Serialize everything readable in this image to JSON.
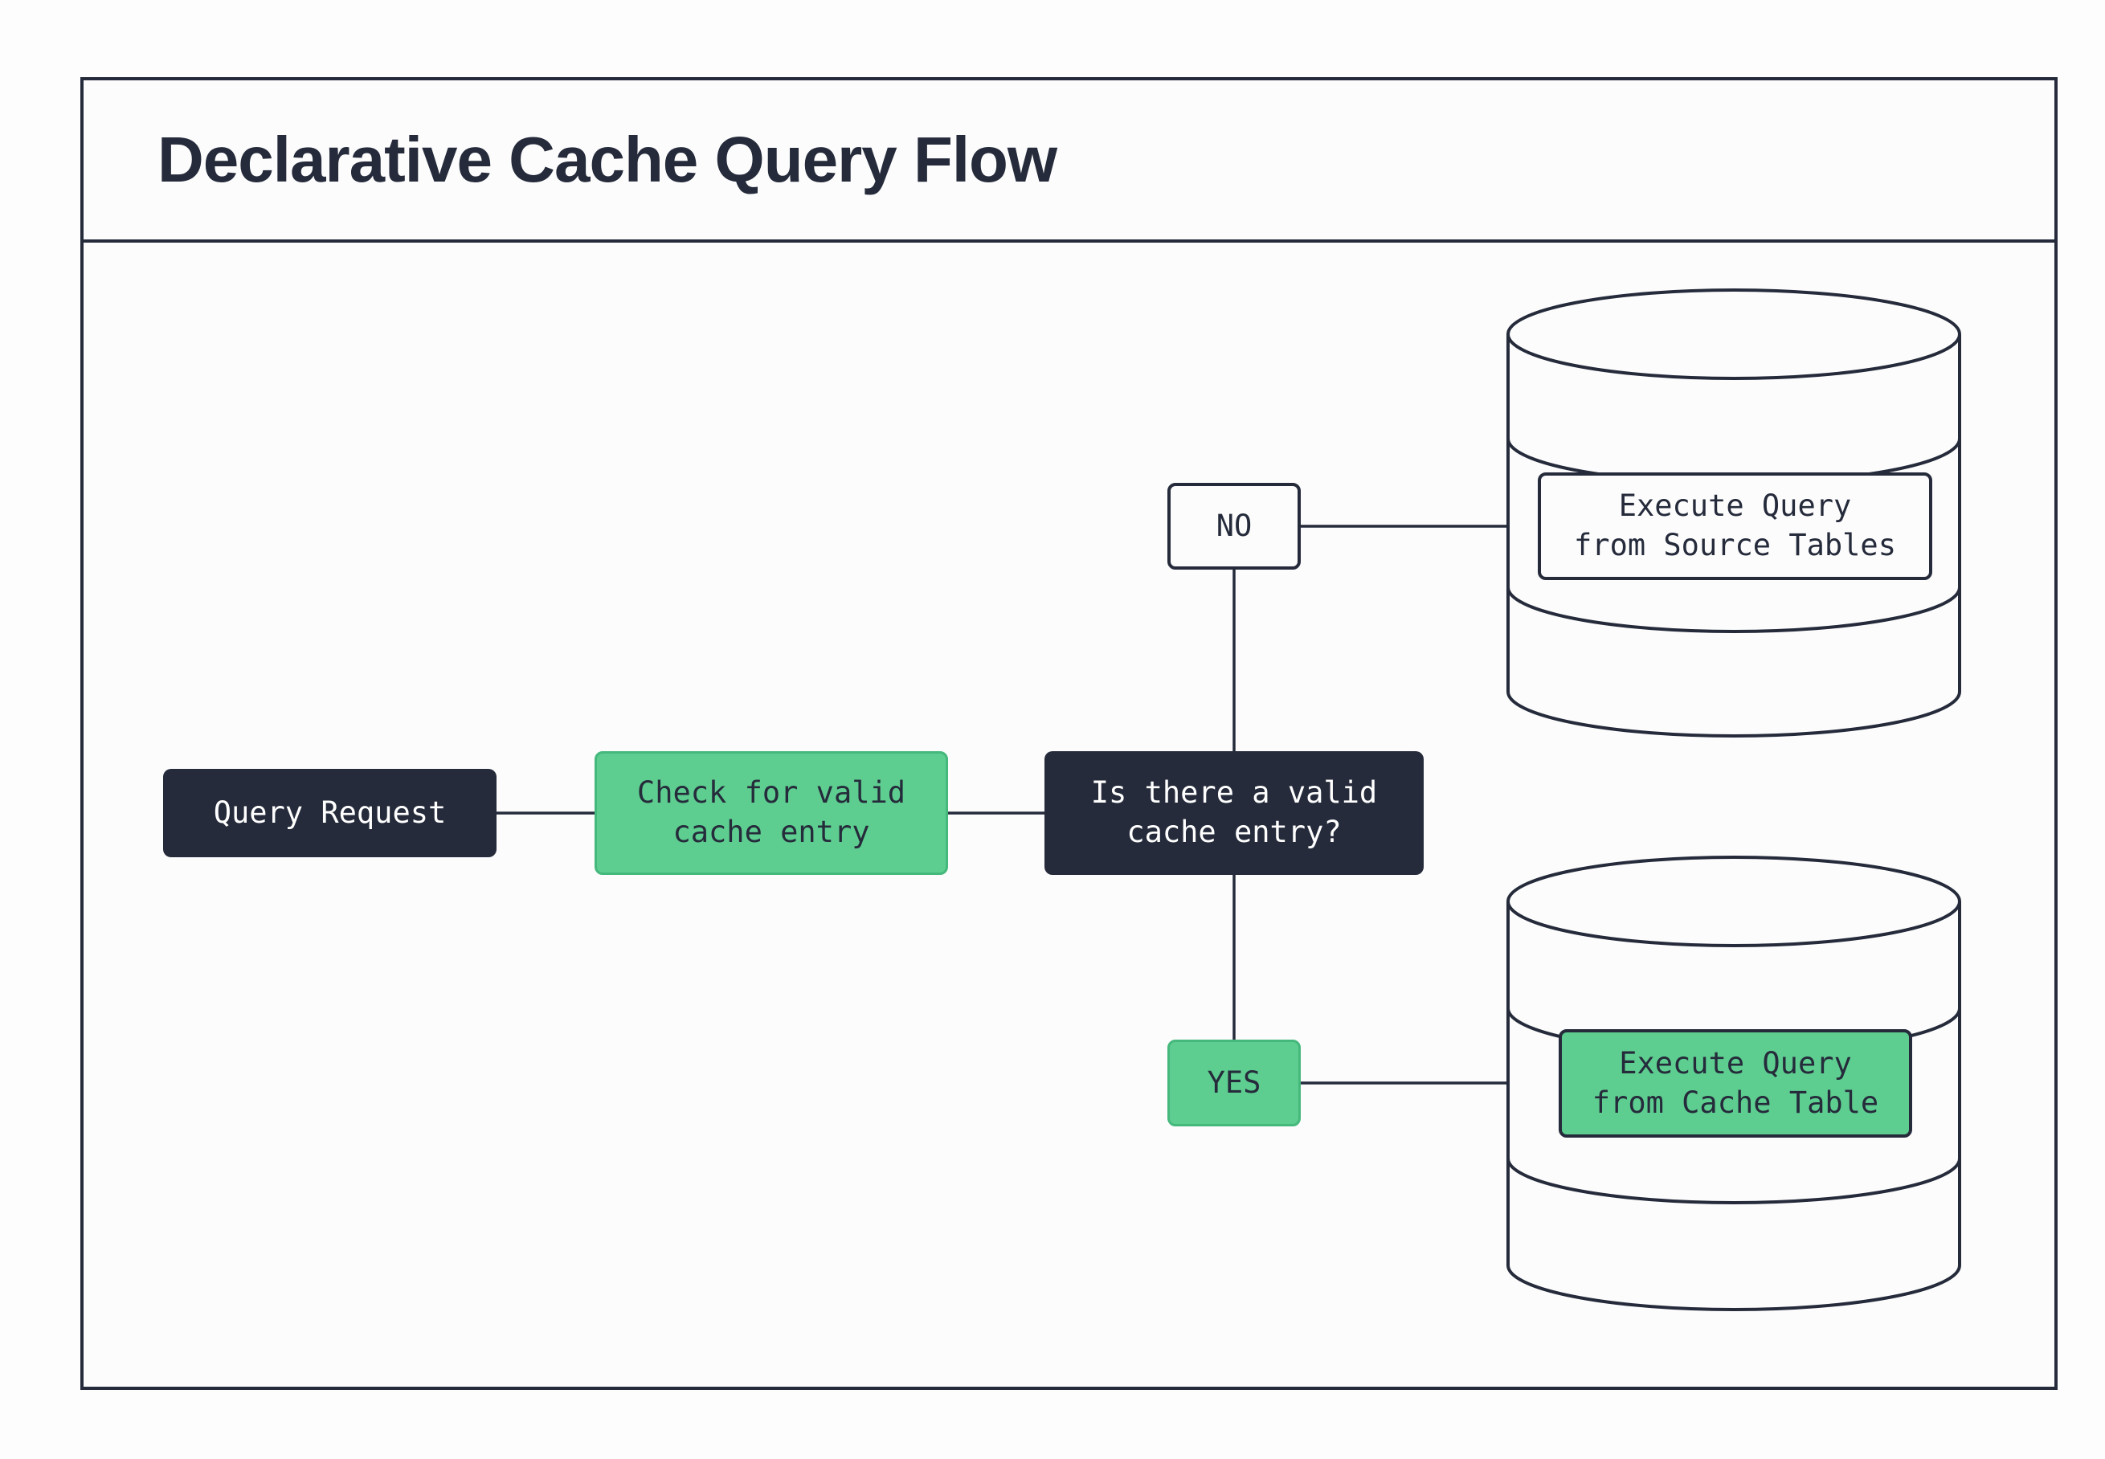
{
  "title": "Declarative Cache Query Flow",
  "colors": {
    "dark": "#252B3B",
    "green": "#5ECD90",
    "green_border": "#45B87C",
    "background": "#FCFCFC",
    "outline": "#252B3B"
  },
  "nodes": {
    "query_request": {
      "label": "Query Request"
    },
    "check_cache": {
      "label": "Check for valid\ncache entry"
    },
    "decision": {
      "label": "Is there a valid\ncache entry?"
    },
    "branch_no": {
      "label": "NO"
    },
    "branch_yes": {
      "label": "YES"
    },
    "source_db": {
      "label": "Execute Query\nfrom Source Tables"
    },
    "cache_db": {
      "label": "Execute Query\nfrom Cache Table"
    }
  }
}
